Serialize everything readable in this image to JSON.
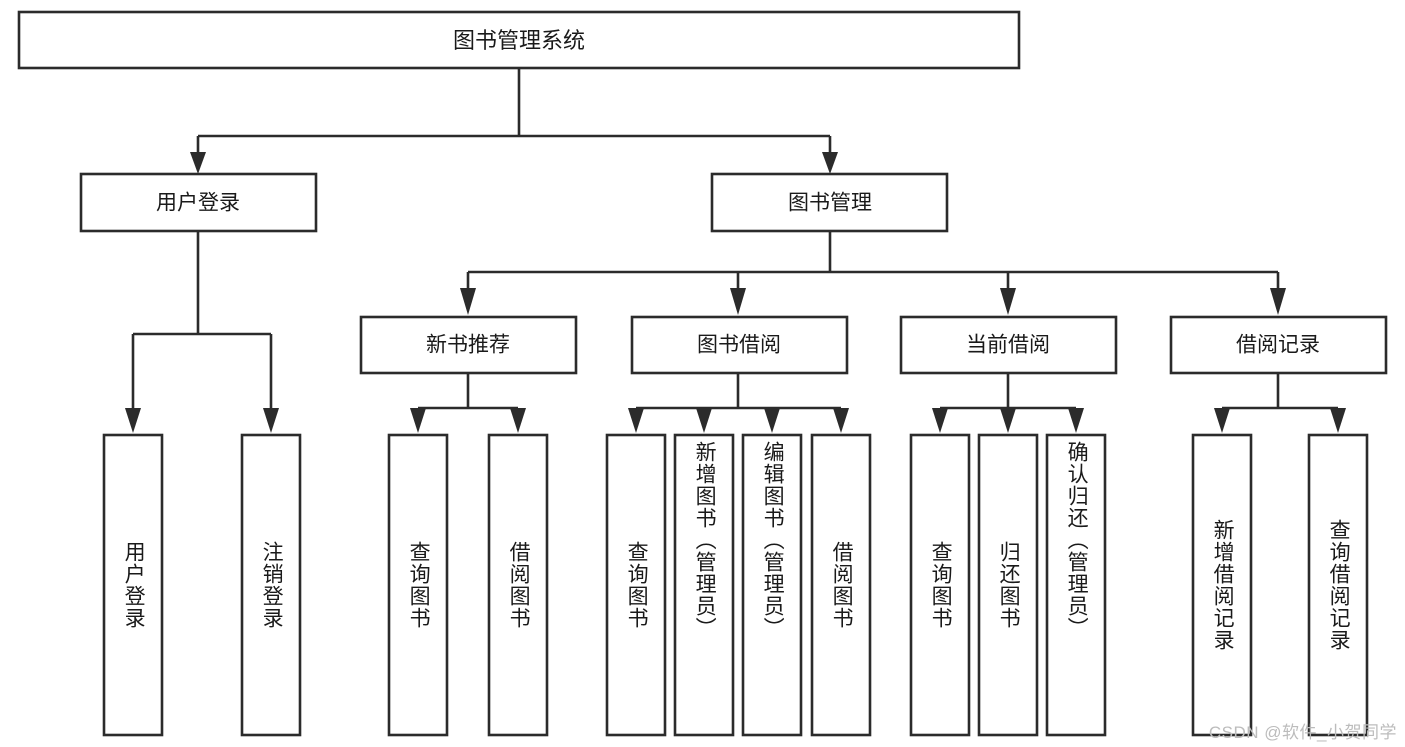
{
  "diagram": {
    "title": "图书管理系统",
    "type": "hierarchy-tree",
    "root": {
      "label": "图书管理系统"
    },
    "level2": [
      {
        "label": "用户登录"
      },
      {
        "label": "图书管理"
      }
    ],
    "level3": [
      {
        "label": "新书推荐"
      },
      {
        "label": "图书借阅"
      },
      {
        "label": "当前借阅"
      },
      {
        "label": "借阅记录"
      }
    ],
    "leaves": {
      "user_login": [
        {
          "label": "用户登录"
        },
        {
          "label": "注销登录"
        }
      ],
      "new_book_recommend": [
        {
          "label": "查询图书"
        },
        {
          "label": "借阅图书"
        }
      ],
      "book_borrow": [
        {
          "label": "查询图书"
        },
        {
          "label": "新增图书（管理员）"
        },
        {
          "label": "编辑图书（管理员）"
        },
        {
          "label": "借阅图书"
        }
      ],
      "current_borrow": [
        {
          "label": "查询图书"
        },
        {
          "label": "归还图书"
        },
        {
          "label": "确认归还（管理员）"
        }
      ],
      "borrow_records": [
        {
          "label": "新增借阅记录"
        },
        {
          "label": "查询借阅记录"
        }
      ]
    }
  },
  "watermark": {
    "text": "CSDN @软件_小贺同学"
  },
  "colors": {
    "stroke": "#2b2b2b",
    "box_fill": "#ffffff",
    "text": "#1a1a1a",
    "watermark": "#bcbcbc",
    "background": "#ffffff"
  }
}
